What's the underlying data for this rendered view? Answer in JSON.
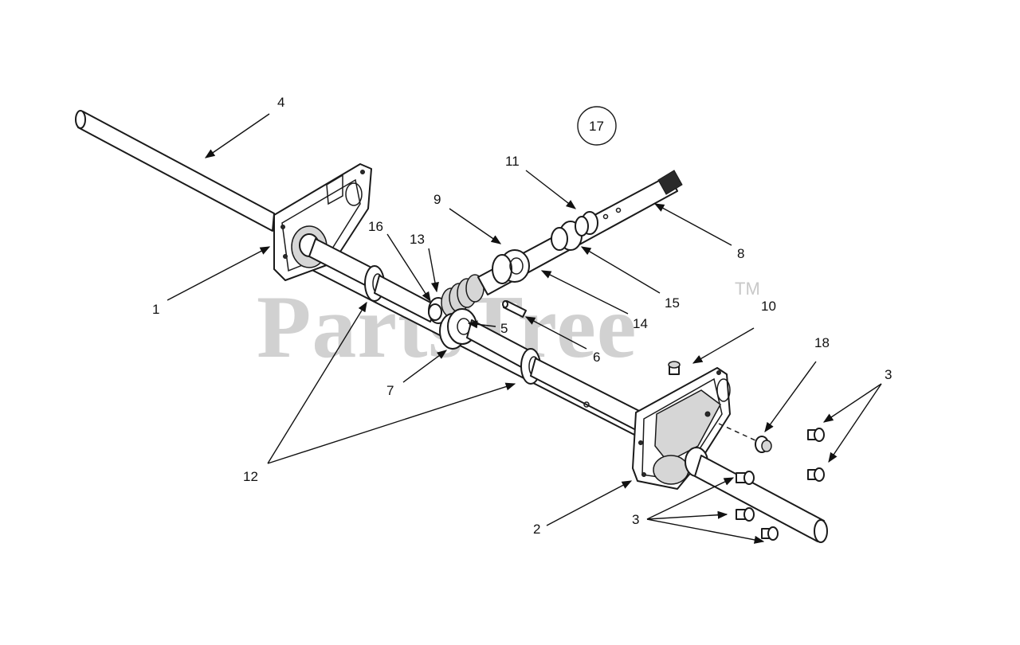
{
  "watermark": {
    "brand": "PartsTree",
    "trademark": "TM"
  },
  "callouts": {
    "c1": "1",
    "c2": "2",
    "c3a": "3",
    "c3b": "3",
    "c4": "4",
    "c5": "5",
    "c6": "6",
    "c7": "7",
    "c8": "8",
    "c9": "9",
    "c10": "10",
    "c11": "11",
    "c12": "12",
    "c13": "13",
    "c14": "14",
    "c15": "15",
    "c16": "16",
    "c17": "17",
    "c18": "18"
  }
}
